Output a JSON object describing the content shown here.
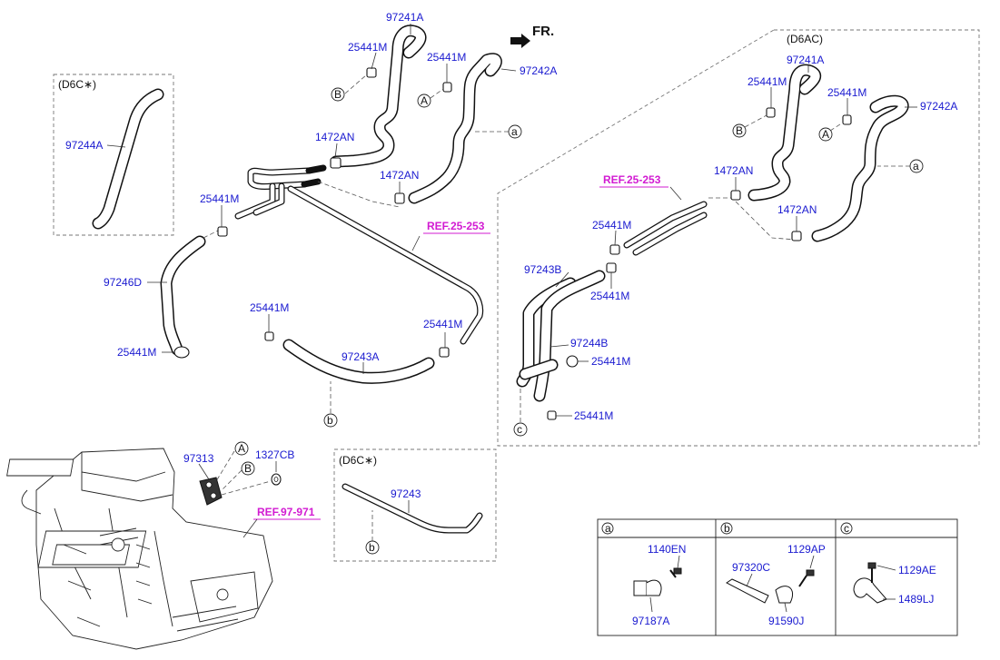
{
  "direction_label": "FR.",
  "variant_labels": {
    "d6c_top": "(D6C∗)",
    "d6ac": "(D6AC)",
    "d6c_bottom": "(D6C∗)"
  },
  "references": {
    "ref_left": "REF.25-253",
    "ref_right": "REF.25-253",
    "ref_hvac": "REF.97-971"
  },
  "parts": {
    "p97241A_left": "97241A",
    "p25441M_top1": "25441M",
    "p25441M_top2": "25441M",
    "p97242A_left": "97242A",
    "p1472AN_1": "1472AN",
    "p1472AN_2": "1472AN",
    "p25441M_mid": "25441M",
    "p97246D": "97246D",
    "p25441M_low": "25441M",
    "p25441M_a": "25441M",
    "p25441M_b": "25441M",
    "p97243A": "97243A",
    "p97244A": "97244A",
    "p97241A_right": "97241A",
    "p25441M_r1": "25441M",
    "p25441M_r2": "25441M",
    "p97242A_right": "97242A",
    "p1472AN_r1": "1472AN",
    "p1472AN_r2": "1472AN",
    "p25441M_r3": "25441M",
    "p97243B": "97243B",
    "p25441M_r4": "25441M",
    "p97244B": "97244B",
    "p25441M_r5": "25441M",
    "p25441M_r6": "25441M",
    "p97313": "97313",
    "p1327CB": "1327CB",
    "p97243": "97243"
  },
  "callouts": {
    "A": "A",
    "B": "B",
    "a": "a",
    "b": "b",
    "c": "c"
  },
  "legend": {
    "headers": [
      "a",
      "b",
      "c"
    ],
    "a_parts": [
      "1140EN",
      "97187A"
    ],
    "b_parts": [
      "97320C",
      "1129AP",
      "91590J"
    ],
    "c_parts": [
      "1129AE",
      "1489LJ"
    ]
  }
}
